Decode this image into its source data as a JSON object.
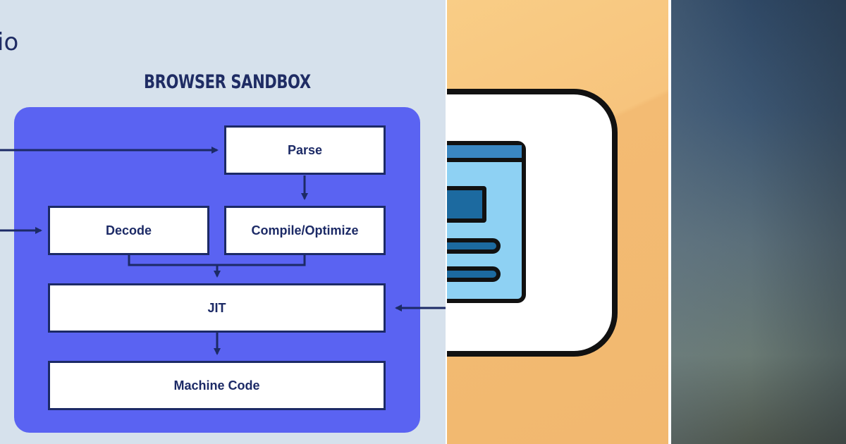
{
  "diagram": {
    "fragment_text": "io",
    "title": "BROWSER SANDBOX",
    "nodes": {
      "parse": "Parse",
      "decode": "Decode",
      "compile": "Compile/Optimize",
      "jit": "JIT",
      "machine_code": "Machine Code"
    },
    "edges": [
      {
        "from": "external-left",
        "to": "parse"
      },
      {
        "from": "external-left",
        "to": "decode"
      },
      {
        "from": "parse",
        "to": "compile"
      },
      {
        "from": "decode",
        "to": "jit"
      },
      {
        "from": "compile",
        "to": "jit"
      },
      {
        "from": "external-right",
        "to": "jit"
      },
      {
        "from": "jit",
        "to": "machine_code"
      }
    ]
  },
  "colors": {
    "left_bg": "#d6e1ec",
    "sandbox": "#5a63f2",
    "navy": "#1c2a66",
    "middle_bg": "#f5bf77",
    "icon_blue": "#8ed1f3",
    "icon_dark_blue": "#1c6aa0"
  },
  "icons": {
    "middle": "browser-window-icon"
  }
}
